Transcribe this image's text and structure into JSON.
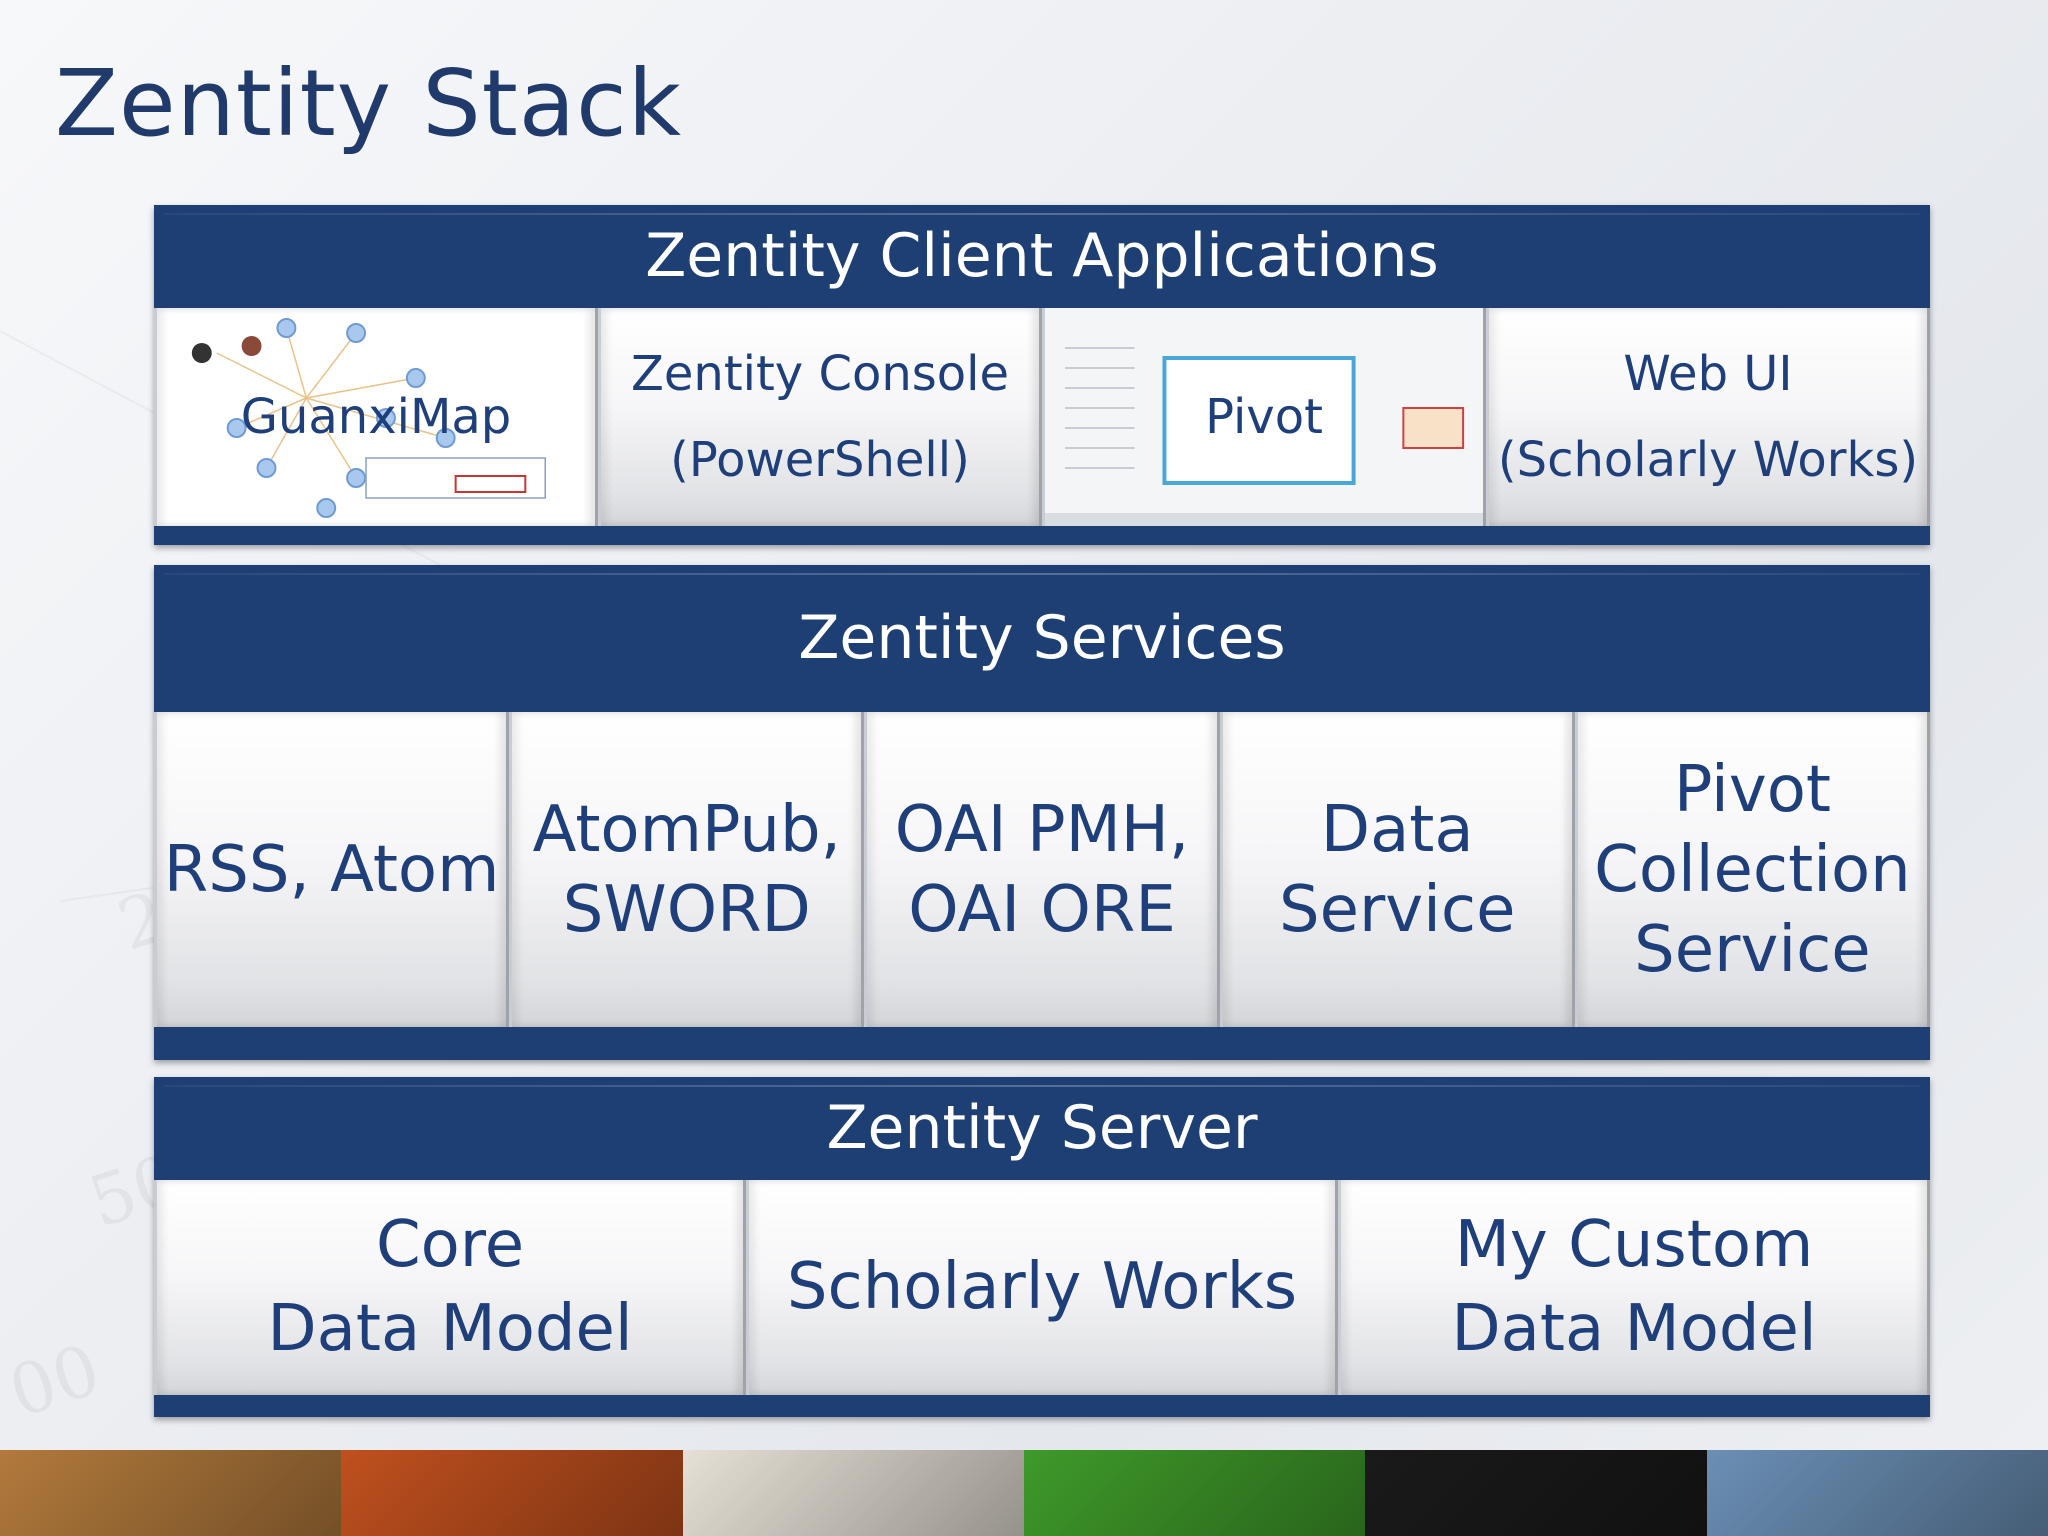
{
  "title": "Zentity Stack",
  "sections": {
    "client": {
      "header": "Zentity Client Applications",
      "cells": [
        {
          "label": "GuanxiMap"
        },
        {
          "label": "Zentity Console\n(PowerShell)"
        },
        {
          "label": "Pivot"
        },
        {
          "label": "Web UI\n(Scholarly Works)"
        }
      ]
    },
    "services": {
      "header": "Zentity Services",
      "cells": [
        {
          "label": "RSS, Atom"
        },
        {
          "label": "AtomPub,\nSWORD"
        },
        {
          "label": "OAI PMH,\nOAI ORE"
        },
        {
          "label": "Data\nService"
        },
        {
          "label": "Pivot\nCollection\nService"
        }
      ]
    },
    "server": {
      "header": "Zentity Server",
      "cells": [
        {
          "label": "Core\nData Model"
        },
        {
          "label": "Scholarly Works"
        },
        {
          "label": "My Custom\nData Model"
        }
      ]
    }
  },
  "colors": {
    "band": "#1e3f73",
    "cell_text": "#1f3f7a",
    "title": "#1f3a6b"
  },
  "footer_strip_colors": [
    "#b27a3c",
    "#c0501e",
    "#e6e0d6",
    "#3f9a2a",
    "#1a1a1a",
    "#6b8fb5"
  ]
}
